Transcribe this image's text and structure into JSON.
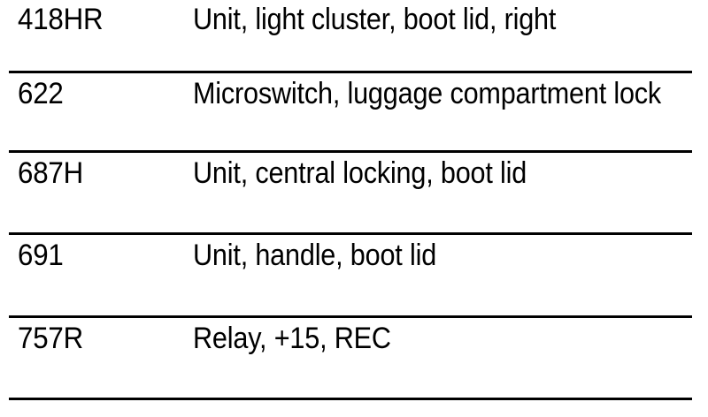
{
  "document": {
    "type": "parts-reference-table",
    "background_color": "#ffffff",
    "text_color": "#000000",
    "rule_color": "#000000"
  },
  "table": {
    "columns": [
      {
        "key": "code",
        "header": ""
      },
      {
        "key": "description",
        "header": ""
      }
    ],
    "rows": [
      {
        "code": "418HR",
        "description": "Unit, light cluster, boot lid, right"
      },
      {
        "code": "622",
        "description": "Microswitch, luggage compartment lock"
      },
      {
        "code": "687H",
        "description": "Unit, central locking, boot lid"
      },
      {
        "code": "691",
        "description": "Unit, handle, boot lid"
      },
      {
        "code": "757R",
        "description": "Relay, +15, REC"
      }
    ],
    "rule_count": 5
  }
}
